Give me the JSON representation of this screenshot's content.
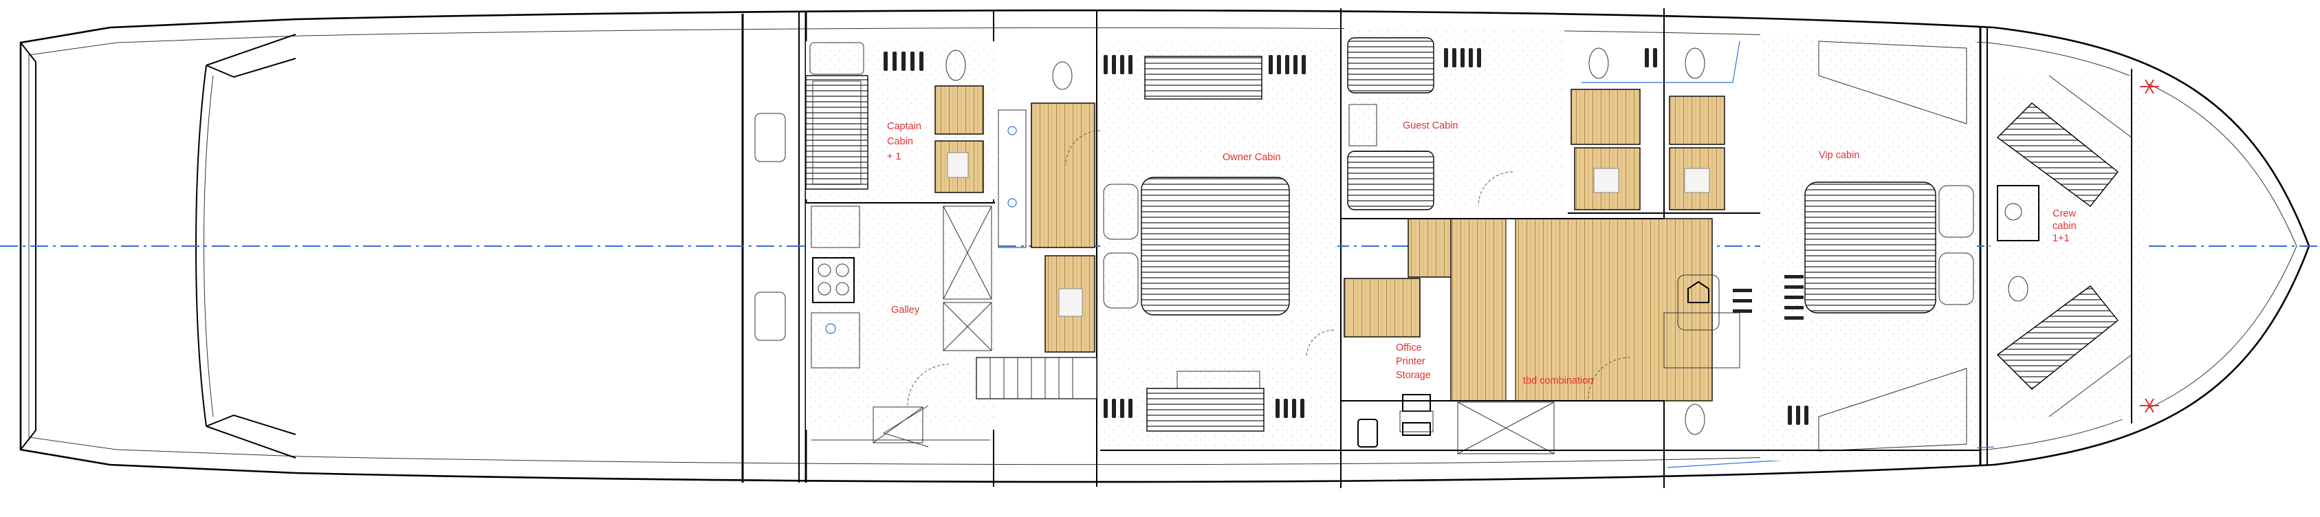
{
  "labels": {
    "captain_cabin": [
      "Captain",
      "Cabin",
      "+ 1"
    ],
    "galley": "Galley",
    "owner_cabin": "Owner Cabin",
    "guest_cabin": "Guest Cabin",
    "office": [
      "Office",
      "Printer",
      "Storage"
    ],
    "tbd": "tbd combination",
    "vip_cabin": "Vip cabin",
    "crew_cabin": [
      "Crew",
      "cabin",
      "1+1"
    ]
  },
  "colors": {
    "label": "#e03131",
    "centerline": "#2f6fd6",
    "wood": "#e8c98f",
    "wall": "#000000"
  },
  "icons": [
    "berth-icon",
    "wardrobe-hangers-icon",
    "toilet-icon",
    "sink-icon",
    "stove-icon",
    "desk-chair-icon",
    "stair-icon",
    "door-swing-icon"
  ]
}
